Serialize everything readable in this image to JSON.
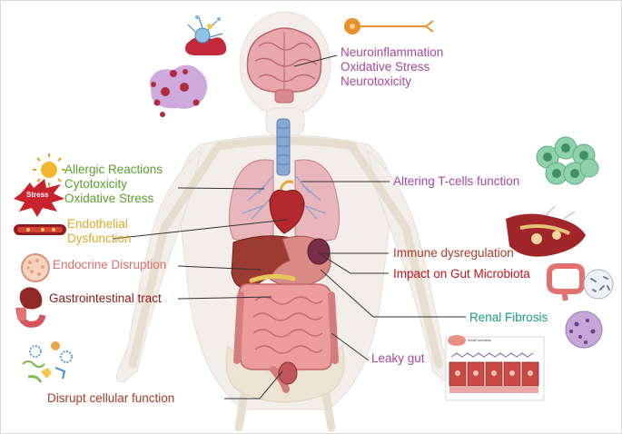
{
  "figure": {
    "labels": {
      "neuro": [
        "Neuroinflammation",
        "Oxidative Stress",
        "Neurotoxicity"
      ],
      "allergic": [
        "Allergic Reactions",
        "Cytotoxicity",
        "Oxidative Stress"
      ],
      "stress_badge": "Stress",
      "endothelial": [
        "Endothelial",
        "Dysfunction"
      ],
      "endocrine": "Endocrine Disruption",
      "gi": "Gastrointestinal tract",
      "disrupt": "Disrupt cellular function",
      "tcells": "Altering T-cells function",
      "immune": "Immune dysregulation",
      "gut_microbiota": "Impact on Gut Microbiota",
      "renal": "Renal Fibrosis",
      "leaky": "Leaky gut",
      "small_intestine": "Small intestine"
    },
    "colors": {
      "neuro": "#a7479e",
      "allergic": "#5aa02c",
      "endothelial": "#e0a82a",
      "endocrine": "#d9716f",
      "gi": "#8b1a1a",
      "disrupt": "#a63a2a",
      "tcells": "#a7479e",
      "immune": "#b03a2e",
      "gut_microbiota": "#c0141e",
      "renal": "#1a9a8c",
      "leaky": "#a7479e"
    },
    "icons": [
      "neuron-icon",
      "microglia-icon",
      "virus-particle-icon",
      "sun-allergen-icon",
      "stress-burst-icon",
      "blood-vessel-icon",
      "adipose-cell-icon",
      "gi-organs-icon",
      "cell-cluster-icon",
      "t-cell-cluster-icon",
      "immune-tissue-icon",
      "gut-bacteria-icon",
      "kidney-tissue-icon",
      "intestinal-barrier-icon"
    ]
  }
}
